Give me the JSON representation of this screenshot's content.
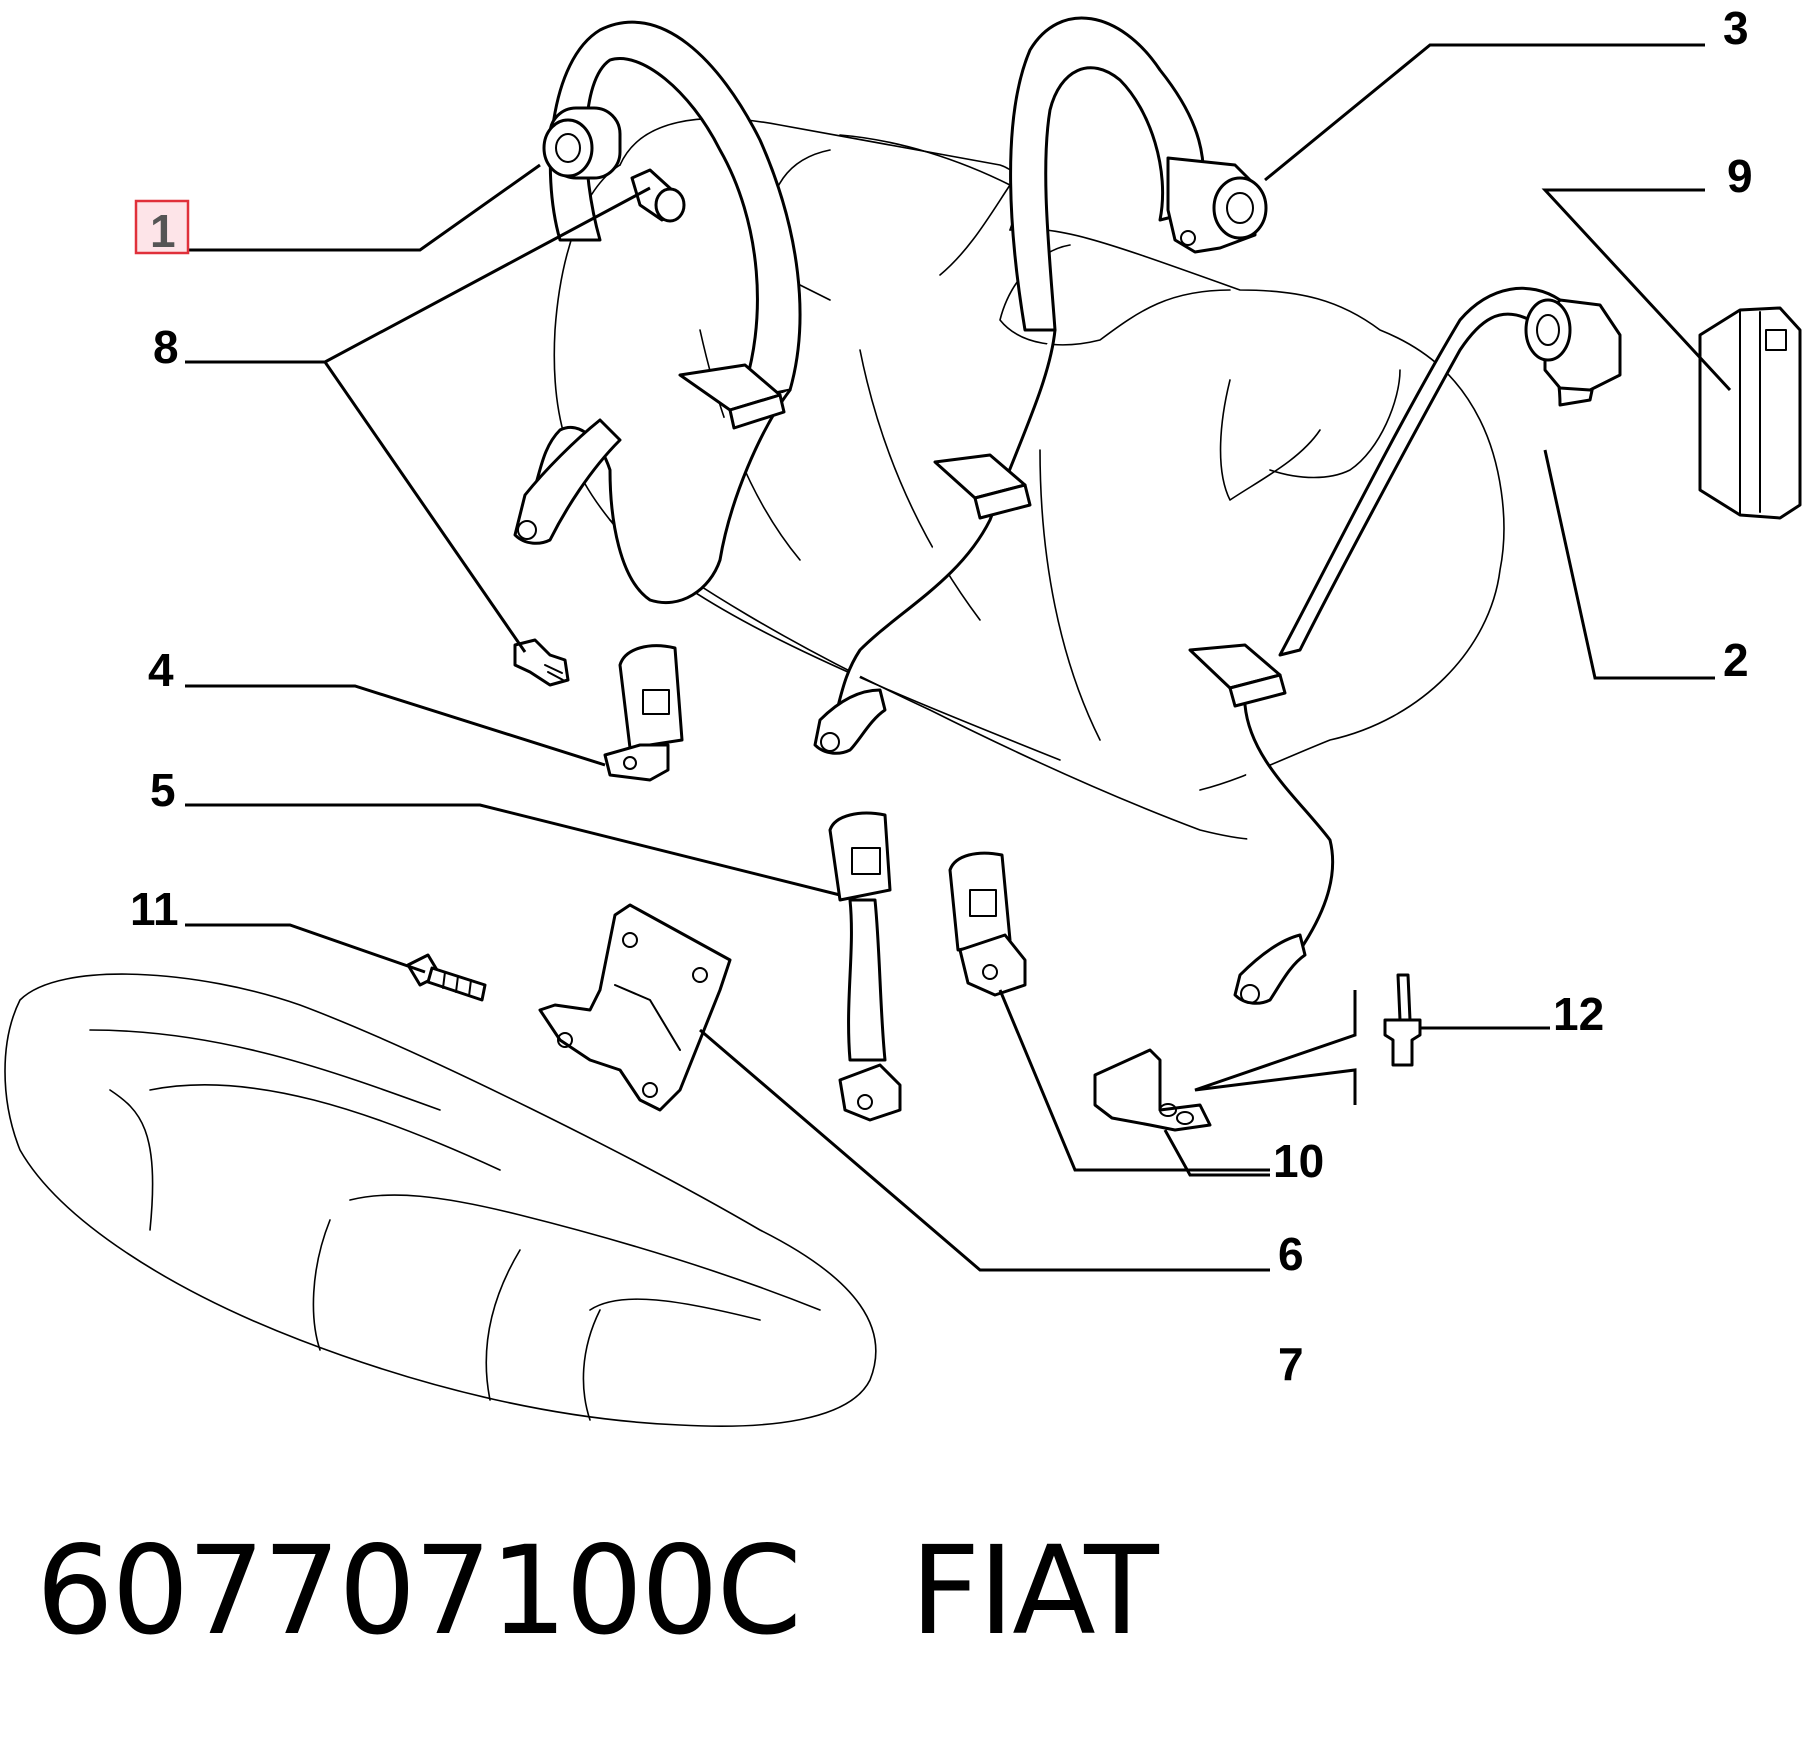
{
  "callouts": [
    {
      "id": "1",
      "label": "1",
      "highlighted": true
    },
    {
      "id": "2",
      "label": "2"
    },
    {
      "id": "3",
      "label": "3"
    },
    {
      "id": "4",
      "label": "4"
    },
    {
      "id": "5",
      "label": "5"
    },
    {
      "id": "6",
      "label": "6"
    },
    {
      "id": "7",
      "label": "7"
    },
    {
      "id": "8",
      "label": "8"
    },
    {
      "id": "9",
      "label": "9"
    },
    {
      "id": "10",
      "label": "10"
    },
    {
      "id": "11",
      "label": "11"
    },
    {
      "id": "12",
      "label": "12"
    }
  ],
  "caption": {
    "part_number": "607707100C",
    "brand": "FIAT"
  },
  "colors": {
    "highlight_fill": "#fde4e8",
    "highlight_stroke": "#e0303a",
    "line": "#000000"
  }
}
